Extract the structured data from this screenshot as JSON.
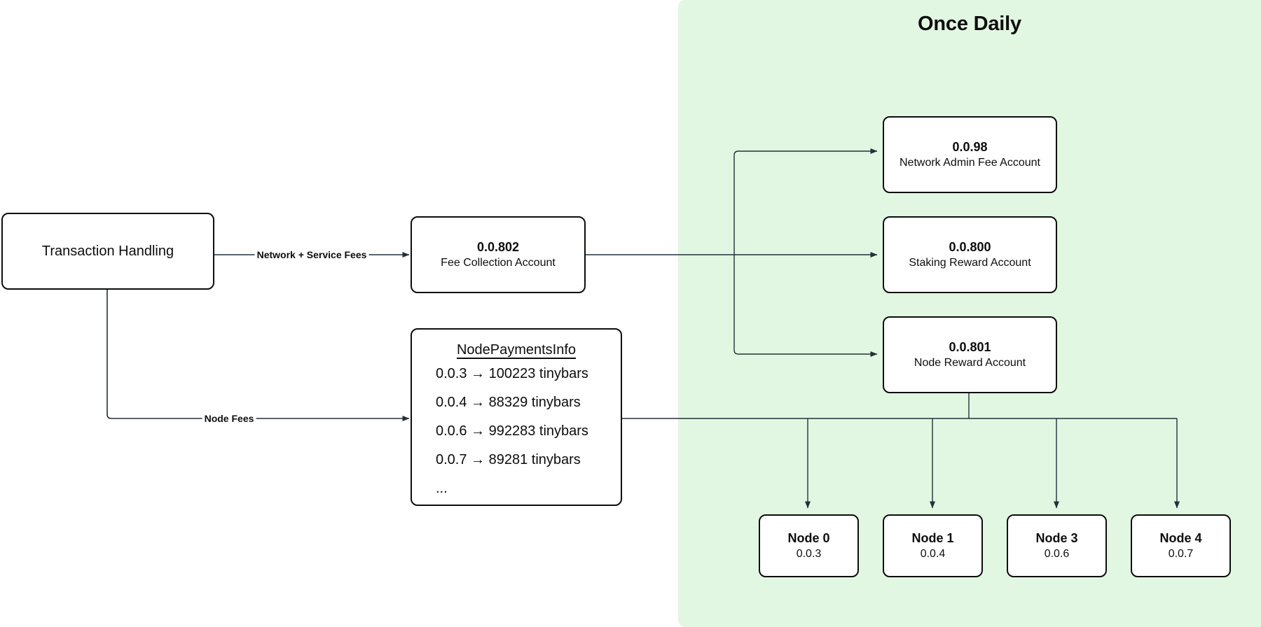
{
  "diagram": {
    "title_panel": {
      "label": "Once Daily",
      "background_color": "#e2f7e1"
    },
    "source_box": {
      "label": "Transaction Handling"
    },
    "fee_collection": {
      "id": "0.0.802",
      "name": "Fee Collection Account"
    },
    "node_payments_info": {
      "heading": "NodePaymentsInfo",
      "entries": [
        "0.0.3 → 100223 tinybars",
        "0.0.4 → 88329 tinybars",
        "0.0.6 → 992283 tinybars",
        "0.0.7 → 89281 tinybars",
        "..."
      ]
    },
    "accounts": [
      {
        "id": "0.0.98",
        "name": "Network Admin Fee Account"
      },
      {
        "id": "0.0.800",
        "name": "Staking Reward Account"
      },
      {
        "id": "0.0.801",
        "name": "Node Reward Account"
      }
    ],
    "nodes": [
      {
        "name": "Node 0",
        "account": "0.0.3"
      },
      {
        "name": "Node 1",
        "account": "0.0.4"
      },
      {
        "name": "Node 3",
        "account": "0.0.6"
      },
      {
        "name": "Node 4",
        "account": "0.0.7"
      }
    ],
    "edge_labels": {
      "network_service_fees": "Network + Service Fees",
      "node_fees": "Node Fees"
    },
    "stroke_color": "#0d0d0d"
  }
}
